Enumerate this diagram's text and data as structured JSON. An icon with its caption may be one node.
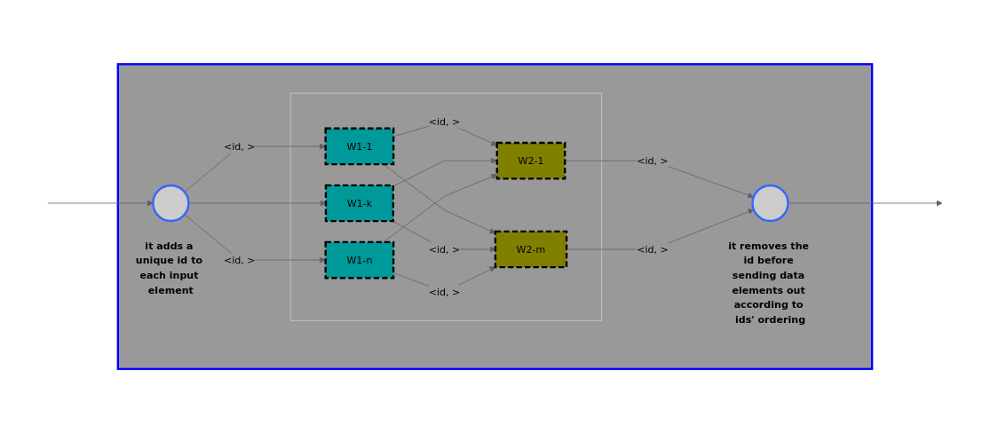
{
  "diagram": {
    "nodes": [
      {
        "text": [],
        "shape": "box"
      },
      {
        "text": [],
        "shape": "box",
        "in": 0
      },
      {
        "text": [],
        "shape": "circle",
        "in": 0,
        "beside": [
          "it adds a unique id to each input element"
        ]
      },
      {
        "text": [
          "W1-1"
        ],
        "in": 1
      },
      {
        "text": [
          "W1-k"
        ],
        "in": 1
      },
      {
        "text": [
          "W1-n"
        ],
        "in": 1
      },
      {
        "text": [
          "W2-1"
        ],
        "in": 1
      },
      {
        "text": [
          "W2-m"
        ],
        "in": 1
      },
      {
        "text": [],
        "shape": "circle",
        "in": 0,
        "beside": [
          "it removes the id before sending data elements out according to ids' ordering"
        ]
      }
    ],
    "edges": [
      {
        "from": null,
        "to": 2,
        "arrow": "to"
      },
      {
        "from": 2,
        "to": 3,
        "arrow": "to",
        "label": "<id, >"
      },
      {
        "from": 2,
        "to": 4,
        "arrow": "to"
      },
      {
        "from": 2,
        "to": 5,
        "arrow": "to",
        "label": "<id, >"
      },
      {
        "from": 3,
        "to": 6,
        "arrow": "to",
        "label": "<id, >"
      },
      {
        "from": 3,
        "to": 7,
        "arrow": "to"
      },
      {
        "from": 4,
        "to": 6,
        "arrow": "to"
      },
      {
        "from": 4,
        "to": 7,
        "arrow": "to",
        "label": "<id, >"
      },
      {
        "from": 5,
        "to": 6,
        "arrow": "to"
      },
      {
        "from": 5,
        "to": 7,
        "arrow": "to",
        "label": "<id, >"
      },
      {
        "from": 6,
        "to": 8,
        "arrow": "to",
        "label": "<id, >"
      },
      {
        "from": 7,
        "to": 8,
        "arrow": "to",
        "label": "<id, >"
      },
      {
        "from": 8,
        "to": null,
        "arrow": "to"
      }
    ]
  }
}
